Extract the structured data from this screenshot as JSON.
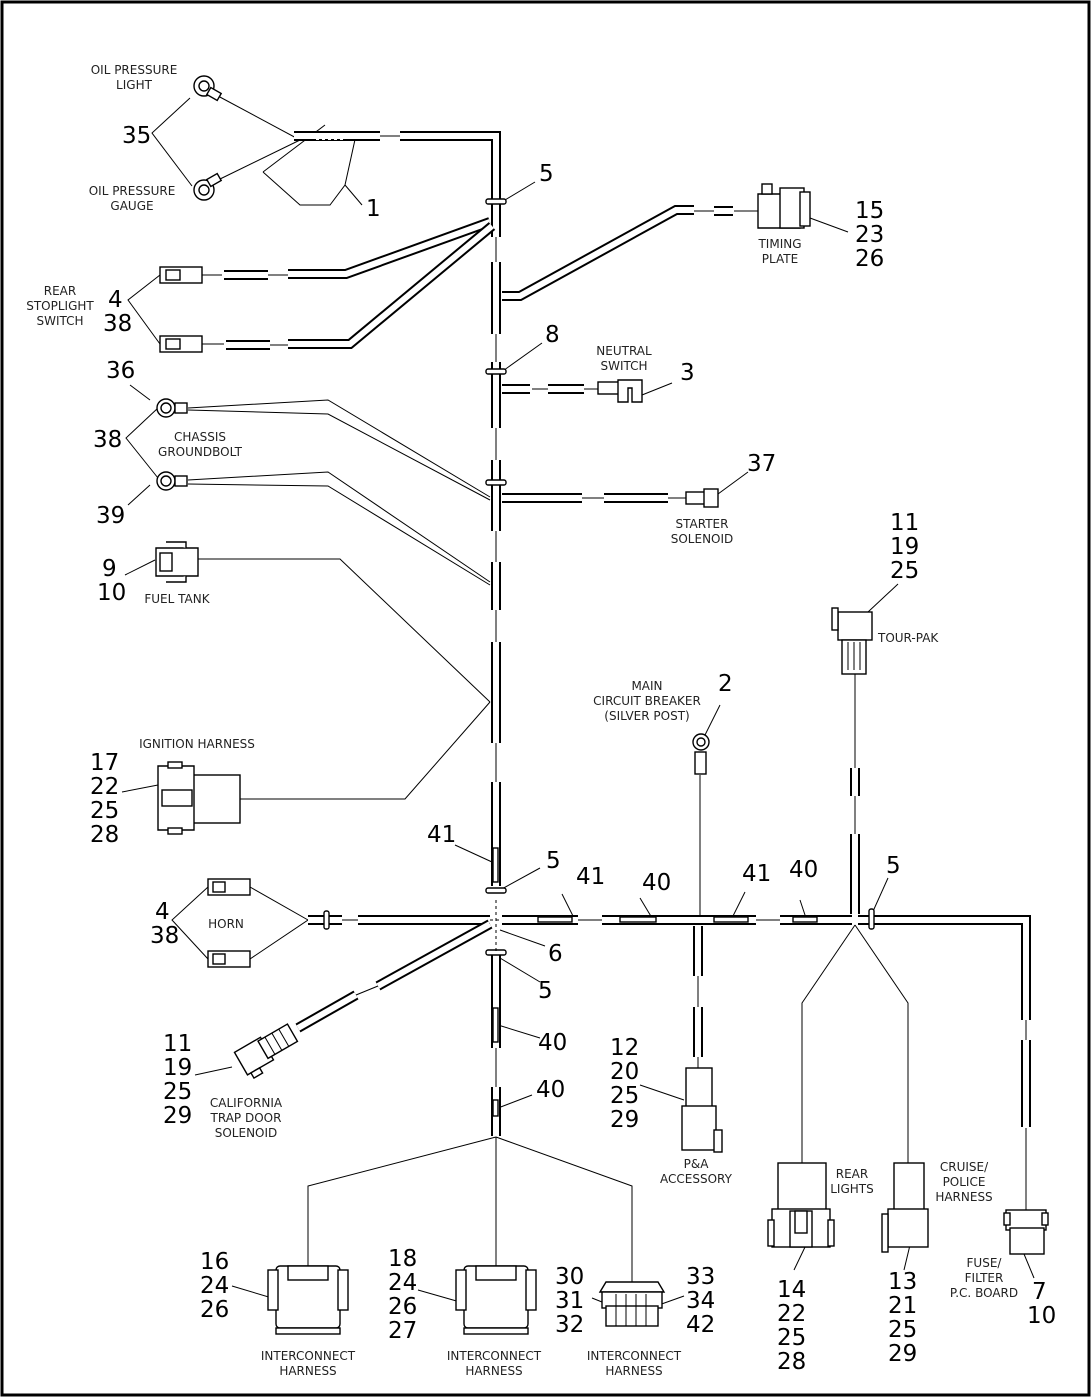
{
  "labels": {
    "oil_pressure_light": [
      "OIL PRESSURE",
      "LIGHT"
    ],
    "oil_pressure_gauge": [
      "OIL PRESSURE",
      "GAUGE"
    ],
    "rear_stoplight_switch": [
      "REAR",
      "STOPLIGHT",
      "SWITCH"
    ],
    "timing_plate": [
      "TIMING",
      "PLATE"
    ],
    "neutral_switch": [
      "NEUTRAL",
      "SWITCH"
    ],
    "chassis_groundbolt": [
      "CHASSIS",
      "GROUNDBOLT"
    ],
    "starter_solenoid": [
      "STARTER",
      "SOLENOID"
    ],
    "fuel_tank": [
      "FUEL TANK"
    ],
    "tour_pak": [
      "TOUR-PAK"
    ],
    "main_circuit_breaker": [
      "MAIN",
      "CIRCUIT BREAKER",
      "(SILVER POST)"
    ],
    "ignition_harness": [
      "IGNITION HARNESS"
    ],
    "horn": [
      "HORN"
    ],
    "california_trap_door": [
      "CALIFORNIA",
      "TRAP DOOR",
      "SOLENOID"
    ],
    "pa_accessory": [
      "P&A",
      "ACCESSORY"
    ],
    "rear_lights": [
      "REAR",
      "LIGHTS"
    ],
    "cruise_police": [
      "CRUISE/",
      "POLICE",
      "HARNESS"
    ],
    "fuse_filter": [
      "FUSE/",
      "FILTER",
      "P.C. BOARD"
    ],
    "interconnect_1": [
      "INTERCONNECT",
      "HARNESS"
    ],
    "interconnect_2": [
      "INTERCONNECT",
      "HARNESS"
    ],
    "interconnect_3": [
      "INTERCONNECT",
      "HARNESS"
    ]
  },
  "callouts": {
    "c35": [
      "35"
    ],
    "c1": [
      "1"
    ],
    "c5_top": [
      "5"
    ],
    "c15": [
      "15",
      "23",
      "26"
    ],
    "c4_top": [
      "4",
      "38"
    ],
    "c8": [
      "8"
    ],
    "c3": [
      "3"
    ],
    "c36": [
      "36"
    ],
    "c38": [
      "38"
    ],
    "c39": [
      "39"
    ],
    "c37": [
      "37"
    ],
    "c9": [
      "9",
      "10"
    ],
    "c11_tour": [
      "11",
      "19",
      "25"
    ],
    "c2": [
      "2"
    ],
    "c17": [
      "17",
      "22",
      "25",
      "28"
    ],
    "c41_left": [
      "41"
    ],
    "c5_mid": [
      "5"
    ],
    "c41_a": [
      "41"
    ],
    "c40_a": [
      "40"
    ],
    "c41_b": [
      "41"
    ],
    "c40_b": [
      "40"
    ],
    "c5_right": [
      "5"
    ],
    "c4_horn": [
      "4",
      "38"
    ],
    "c6": [
      "6"
    ],
    "c5_low": [
      "5"
    ],
    "c11_cal": [
      "11",
      "19",
      "25",
      "29"
    ],
    "c40_low": [
      "40"
    ],
    "c40_bot": [
      "40"
    ],
    "c12": [
      "12",
      "20",
      "25",
      "29"
    ],
    "c16": [
      "16",
      "24",
      "26"
    ],
    "c18": [
      "18",
      "24",
      "26",
      "27"
    ],
    "c30": [
      "30",
      "31",
      "32"
    ],
    "c33": [
      "33",
      "34",
      "42"
    ],
    "c14": [
      "14",
      "22",
      "25",
      "28"
    ],
    "c13": [
      "13",
      "21",
      "25",
      "29"
    ],
    "c7": [
      "7",
      "10"
    ]
  }
}
